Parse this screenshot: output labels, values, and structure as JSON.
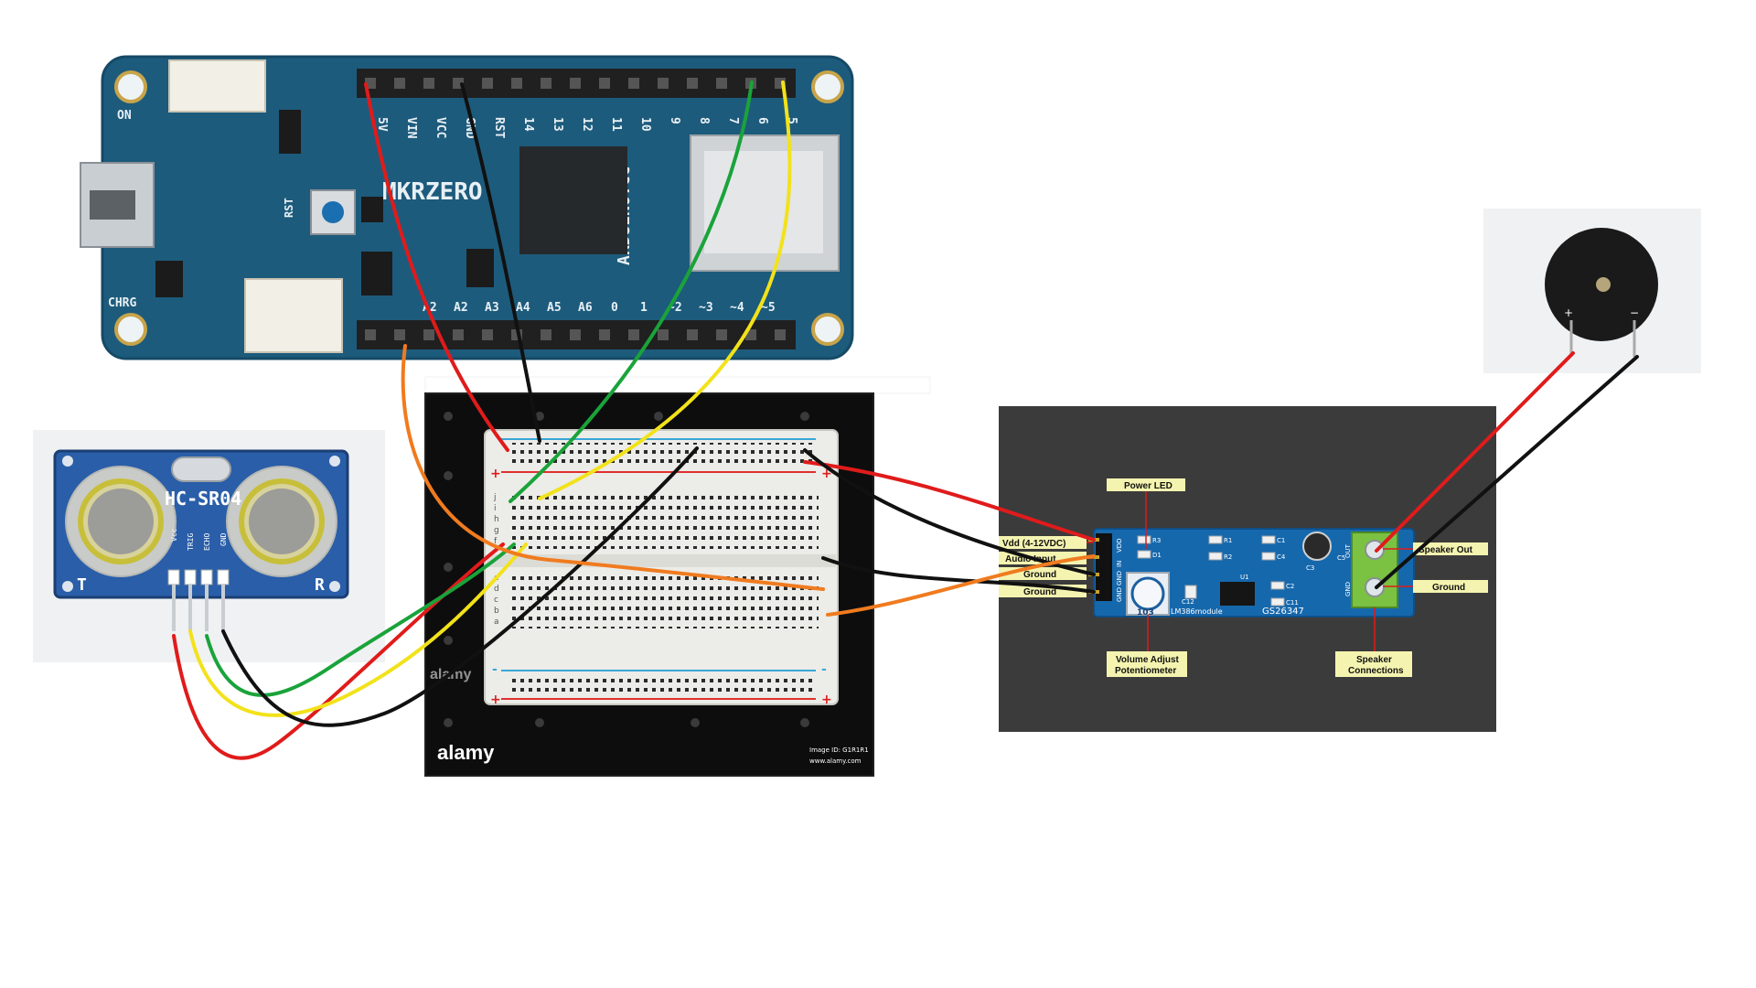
{
  "arduino": {
    "board_name": "MKRZERO",
    "brand": "ARDUINO.CC",
    "on_label": "ON",
    "chrg_label": "CHRG",
    "rst_label": "RST",
    "top_pins": [
      "5V",
      "VIN",
      "VCC",
      "GND",
      "RST",
      "14",
      "13",
      "12",
      "11",
      "10",
      "9",
      "8",
      "7",
      "6",
      "5"
    ],
    "bottom_pins": [
      "A2",
      "A2",
      "A3",
      "A4",
      "A5",
      "A6",
      "0",
      "1",
      "~2",
      "~3",
      "~4",
      "~5"
    ]
  },
  "sensor": {
    "model": "HC-SR04",
    "t_label": "T",
    "r_label": "R",
    "pins": [
      "Vcc",
      "TRIG",
      "ECHO",
      "GND"
    ]
  },
  "breadboard": {
    "watermark": "alamy",
    "image_id_text": "Image ID: G1R1R1",
    "site_text": "www.alamy.com",
    "plus": "+",
    "minus": "-",
    "row_letters_top": [
      "j",
      "i",
      "h",
      "g",
      "f"
    ],
    "row_letters_bottom": [
      "e",
      "d",
      "c",
      "b",
      "a"
    ]
  },
  "amp": {
    "module_text": "LM386module",
    "code_text": "GS26347",
    "left_pins": [
      "VDD",
      "IN",
      "GND",
      "GND"
    ],
    "right_pins": [
      "OUT",
      "GND"
    ],
    "parts": [
      "R3",
      "D1",
      "R1",
      "R2",
      "C1",
      "C4",
      "C3",
      "C2",
      "C12",
      "U1",
      "C5",
      "C11"
    ],
    "pot_text": "103",
    "labels": {
      "power_led": "Power LED",
      "vdd": "Vdd (4-12VDC)",
      "audio_input": "Audio Input",
      "ground_left1": "Ground",
      "ground_left2": "Ground",
      "speaker_out": "Speaker Out",
      "ground_right": "Ground",
      "volume": "Volume Adjust",
      "potentiometer": "Potentiometer",
      "speaker": "Speaker",
      "connections": "Connections"
    }
  },
  "buzzer": {
    "plus": "+",
    "minus": "−"
  },
  "colors": {
    "board_blue": "#1d5b7c",
    "wire_red": "#e01b1b",
    "wire_black": "#111111",
    "wire_green": "#1aa33a",
    "wire_yellow": "#f2e21a",
    "wire_orange": "#f07b1f"
  }
}
